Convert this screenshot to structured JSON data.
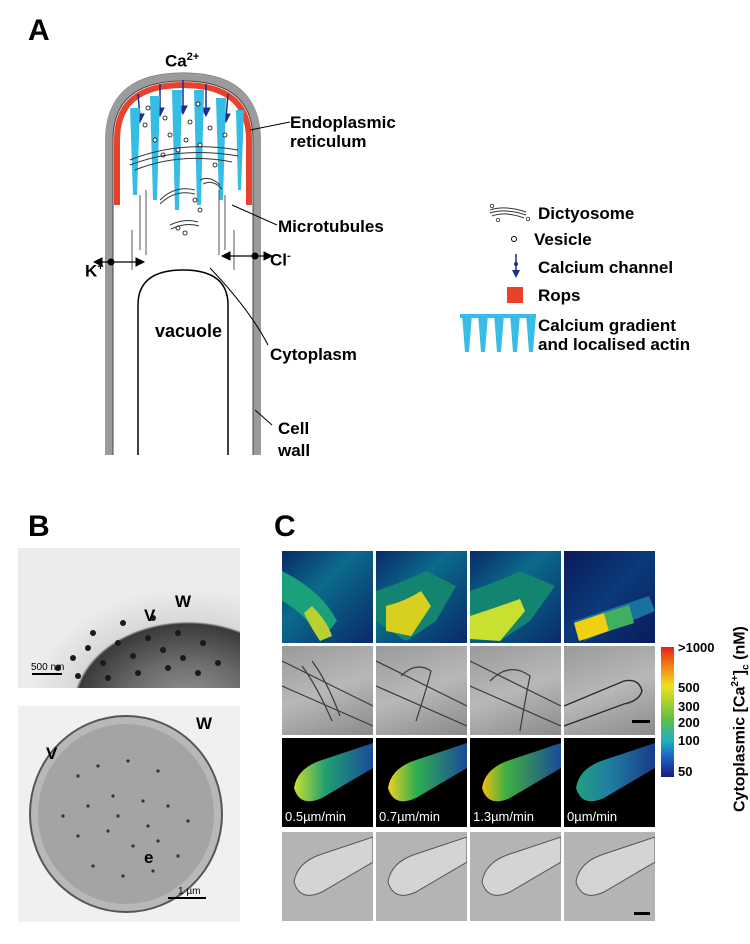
{
  "panel_a": {
    "letter": "A",
    "ca_label": "Ca",
    "ca_sup": "2+",
    "labels": {
      "er": "Endoplasmic\nreticulum",
      "microtubules": "Microtubules",
      "k": "K",
      "k_sup": "+",
      "cl": "Cl",
      "cl_sup": "-",
      "vacuole": "vacuole",
      "cytoplasm": "Cytoplasm",
      "cell_wall": "Cell\nwall"
    },
    "legend": [
      {
        "icon": "dictyosome-icon",
        "text": "Dictyosome"
      },
      {
        "icon": "vesicle-icon",
        "text": "Vesicle"
      },
      {
        "icon": "calcium-channel-icon",
        "text": "Calcium channel"
      },
      {
        "icon": "rops-icon",
        "text": "Rops"
      },
      {
        "icon": "calcium-gradient-icon",
        "text": "Calcium gradient\nand localised actin"
      }
    ],
    "colors": {
      "wall": "#9b9b9b",
      "rops": "#e8412c",
      "actin": "#35bde6",
      "channel": "#1a2d8c"
    }
  },
  "panel_b": {
    "letter": "B",
    "top_labels": {
      "v": "V",
      "w": "W"
    },
    "top_scale": "500 nm",
    "bottom_labels": {
      "v": "V",
      "w": "W",
      "e": "e"
    },
    "bottom_scale": "1 µm"
  },
  "panel_c": {
    "letter": "C",
    "speeds": [
      "0.5µm/min",
      "0.7µm/min",
      "1.3µm/min",
      "0µm/min"
    ],
    "colorbar_ticks": [
      ">1000",
      "500",
      "300",
      "200",
      "100",
      "50"
    ],
    "colorbar_title": "Cytoplasmic [Ca",
    "colorbar_title_sup": "2+",
    "colorbar_title_tail": "]",
    "colorbar_title_sub": "c",
    "colorbar_unit": " (nM)"
  }
}
